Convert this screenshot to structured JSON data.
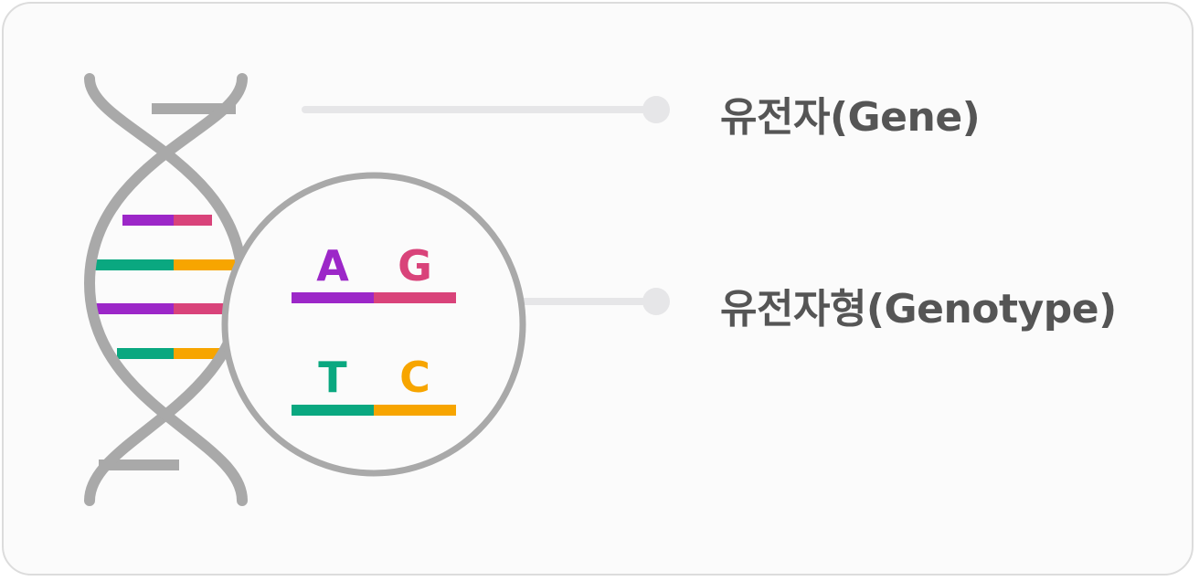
{
  "labels": {
    "gene": "유전자(Gene)",
    "genotype": "유전자형(Genotype)"
  },
  "bases": [
    {
      "letter": "A",
      "color": "#9c27c8"
    },
    {
      "letter": "G",
      "color": "#d9437a"
    },
    {
      "letter": "T",
      "color": "#0aa880"
    },
    {
      "letter": "C",
      "color": "#f7a500"
    }
  ],
  "colors": {
    "strand": "#a9a9a9",
    "connector": "#e6e6e8",
    "label_text": "#555555",
    "card_border": "#dcdcdc"
  }
}
